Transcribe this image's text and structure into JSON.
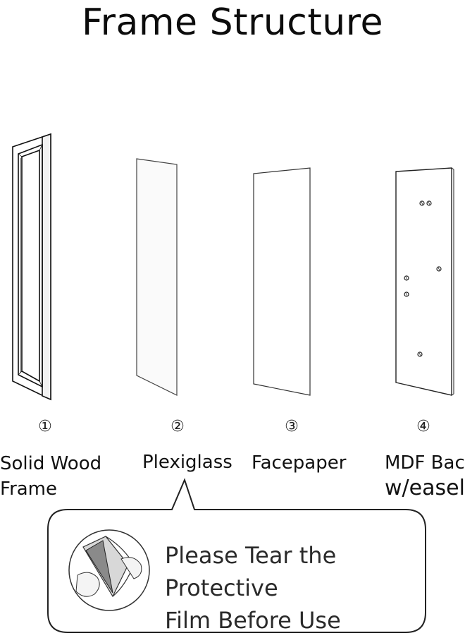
{
  "title": "Frame Structure",
  "parts": [
    {
      "number": "①",
      "label_line1": "Solid Wood",
      "label_line2": "Frame"
    },
    {
      "number": "②",
      "label_line1": "Plexiglass",
      "label_line2": ""
    },
    {
      "number": "③",
      "label_line1": "Facepaper",
      "label_line2": ""
    },
    {
      "number": "④",
      "label_line1": "MDF Back",
      "label_line2": "w/easel"
    }
  ],
  "callout": {
    "line1": "Please Tear the Protective",
    "line2": "Film Before Use",
    "icon": "peeling-film-icon"
  }
}
